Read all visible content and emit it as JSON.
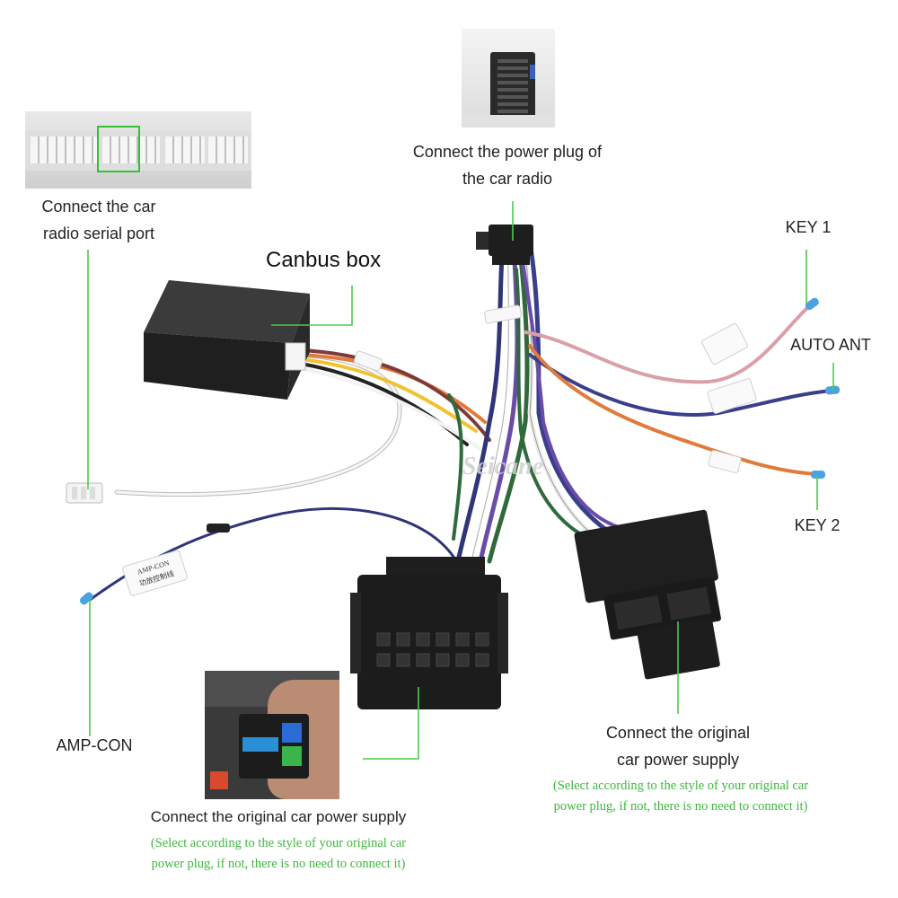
{
  "labels": {
    "power_plug": [
      "Connect the power plug of",
      "the car radio"
    ],
    "serial_port": [
      "Connect the car",
      "radio serial port"
    ],
    "canbus_box": "Canbus box",
    "key1": "KEY 1",
    "auto_ant": "AUTO ANT",
    "key2": "KEY 2",
    "amp_con": "AMP-CON",
    "original_power_right": [
      "Connect the original",
      "car power supply"
    ],
    "original_power_bottom": "Connect the original car power supply"
  },
  "notes": {
    "right": [
      "(Select according to the style of your original car",
      "power plug, if not, there is no need to connect it)"
    ],
    "bottom": [
      "(Select according to the style of your original car",
      "power plug, if not, there is no need to connect it)"
    ]
  },
  "watermark": "Seicane",
  "wire_tags": {
    "amp_con": [
      "AMP-CON",
      "功放控制线"
    ]
  },
  "colors": {
    "leader_line": "#4cc94c",
    "note_text": "#3db83d",
    "connector": "#1e1e1e",
    "wire_pink": "#d9a0a8",
    "wire_blue": "#3a3f8c",
    "wire_orange": "#e07b39",
    "wire_white": "#eeeeee",
    "wire_green": "#2f6a3b",
    "probe_blue": "#4aa3e0"
  },
  "icons": [
    "canbus-box-icon",
    "radio-power-socket-icon",
    "serial-port-icon",
    "iso-connector-icon",
    "quadlock-connector-icon",
    "hand-holding-plug-icon"
  ]
}
